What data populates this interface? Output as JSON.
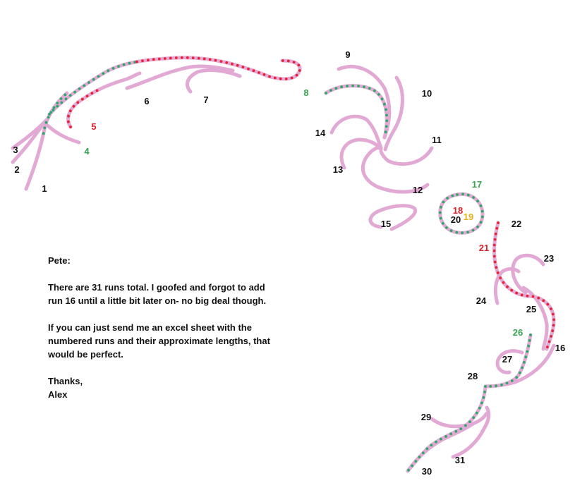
{
  "colors": {
    "run": "#e1a9d3",
    "dot_red": "#e8203a",
    "dot_green": "#2aa86a",
    "dot_yellow": "#f0b820",
    "label_black": "#111111",
    "label_red": "#d8232a",
    "label_green": "#3aa352",
    "label_yellow": "#e8b020"
  },
  "runs": [
    {
      "n": "1",
      "color": "black"
    },
    {
      "n": "2",
      "color": "black"
    },
    {
      "n": "3",
      "color": "black"
    },
    {
      "n": "4",
      "color": "green"
    },
    {
      "n": "5",
      "color": "red"
    },
    {
      "n": "6",
      "color": "black"
    },
    {
      "n": "7",
      "color": "black"
    },
    {
      "n": "8",
      "color": "green"
    },
    {
      "n": "9",
      "color": "black"
    },
    {
      "n": "10",
      "color": "black"
    },
    {
      "n": "11",
      "color": "black"
    },
    {
      "n": "12",
      "color": "black"
    },
    {
      "n": "13",
      "color": "black"
    },
    {
      "n": "14",
      "color": "black"
    },
    {
      "n": "15",
      "color": "black"
    },
    {
      "n": "16",
      "color": "black"
    },
    {
      "n": "17",
      "color": "green"
    },
    {
      "n": "18",
      "color": "red"
    },
    {
      "n": "19",
      "color": "yellow"
    },
    {
      "n": "20",
      "color": "black"
    },
    {
      "n": "21",
      "color": "red"
    },
    {
      "n": "22",
      "color": "black"
    },
    {
      "n": "23",
      "color": "black"
    },
    {
      "n": "24",
      "color": "black"
    },
    {
      "n": "25",
      "color": "black"
    },
    {
      "n": "26",
      "color": "green"
    },
    {
      "n": "27",
      "color": "black"
    },
    {
      "n": "28",
      "color": "black"
    },
    {
      "n": "29",
      "color": "black"
    },
    {
      "n": "30",
      "color": "black"
    },
    {
      "n": "31",
      "color": "black"
    }
  ],
  "note": {
    "greeting": "Pete:",
    "para1": "There are 31 runs total. I goofed and forgot to add run 16 until a little bit later on- no big deal though.",
    "para2": "If you can just send me an excel sheet with the numbered runs and their approximate lengths, that would be perfect.",
    "closing": "Thanks,",
    "signature": "Alex"
  }
}
